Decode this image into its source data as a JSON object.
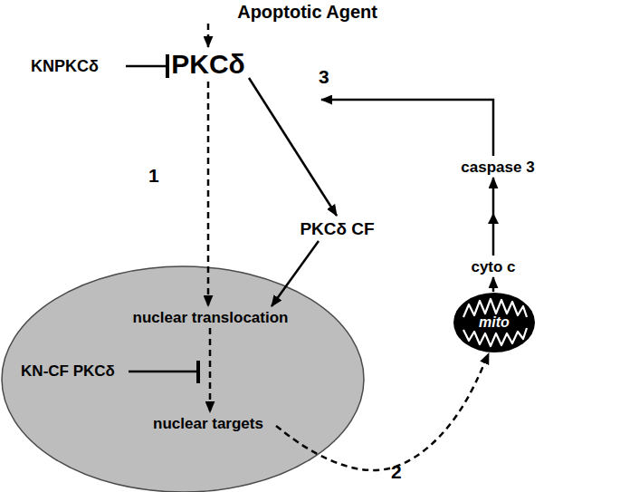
{
  "diagram": {
    "nodes": [
      {
        "text": [
          "Apoptotic Agent"
        ]
      },
      {
        "text": [
          "KNPKCδ"
        ]
      },
      {
        "text": [
          "PKCδ"
        ]
      },
      {
        "text": [
          "PKCδ CF"
        ]
      },
      {
        "text": [
          "caspase 3"
        ]
      },
      {
        "text": [
          "cyto c"
        ]
      },
      {
        "text": []
      },
      {
        "text": [
          "nuclear translocation"
        ],
        "in": 6
      },
      {
        "text": [
          "KN-CF PKCδ"
        ],
        "in": 6
      },
      {
        "text": [
          "nuclear targets"
        ],
        "in": 6
      },
      {
        "text": [
          "mito"
        ]
      }
    ],
    "edges": [
      {
        "from": 0,
        "to": 2,
        "arrow": "to"
      },
      {
        "from": 1,
        "to": 2,
        "arrow": "to"
      },
      {
        "from": 2,
        "to": 7,
        "arrow": "to",
        "label": "1"
      },
      {
        "from": 2,
        "to": 3,
        "arrow": "to"
      },
      {
        "from": 3,
        "to": 7,
        "arrow": "to"
      },
      {
        "from": 7,
        "to": 9,
        "arrow": "to"
      },
      {
        "from": 9,
        "to": 10,
        "arrow": "to",
        "label": "2"
      },
      {
        "from": 10,
        "to": 5,
        "arrow": "to"
      },
      {
        "from": 5,
        "to": 4,
        "arrow": "to"
      },
      {
        "from": 4,
        "to": 2,
        "arrow": "to",
        "label": "3"
      }
    ]
  }
}
